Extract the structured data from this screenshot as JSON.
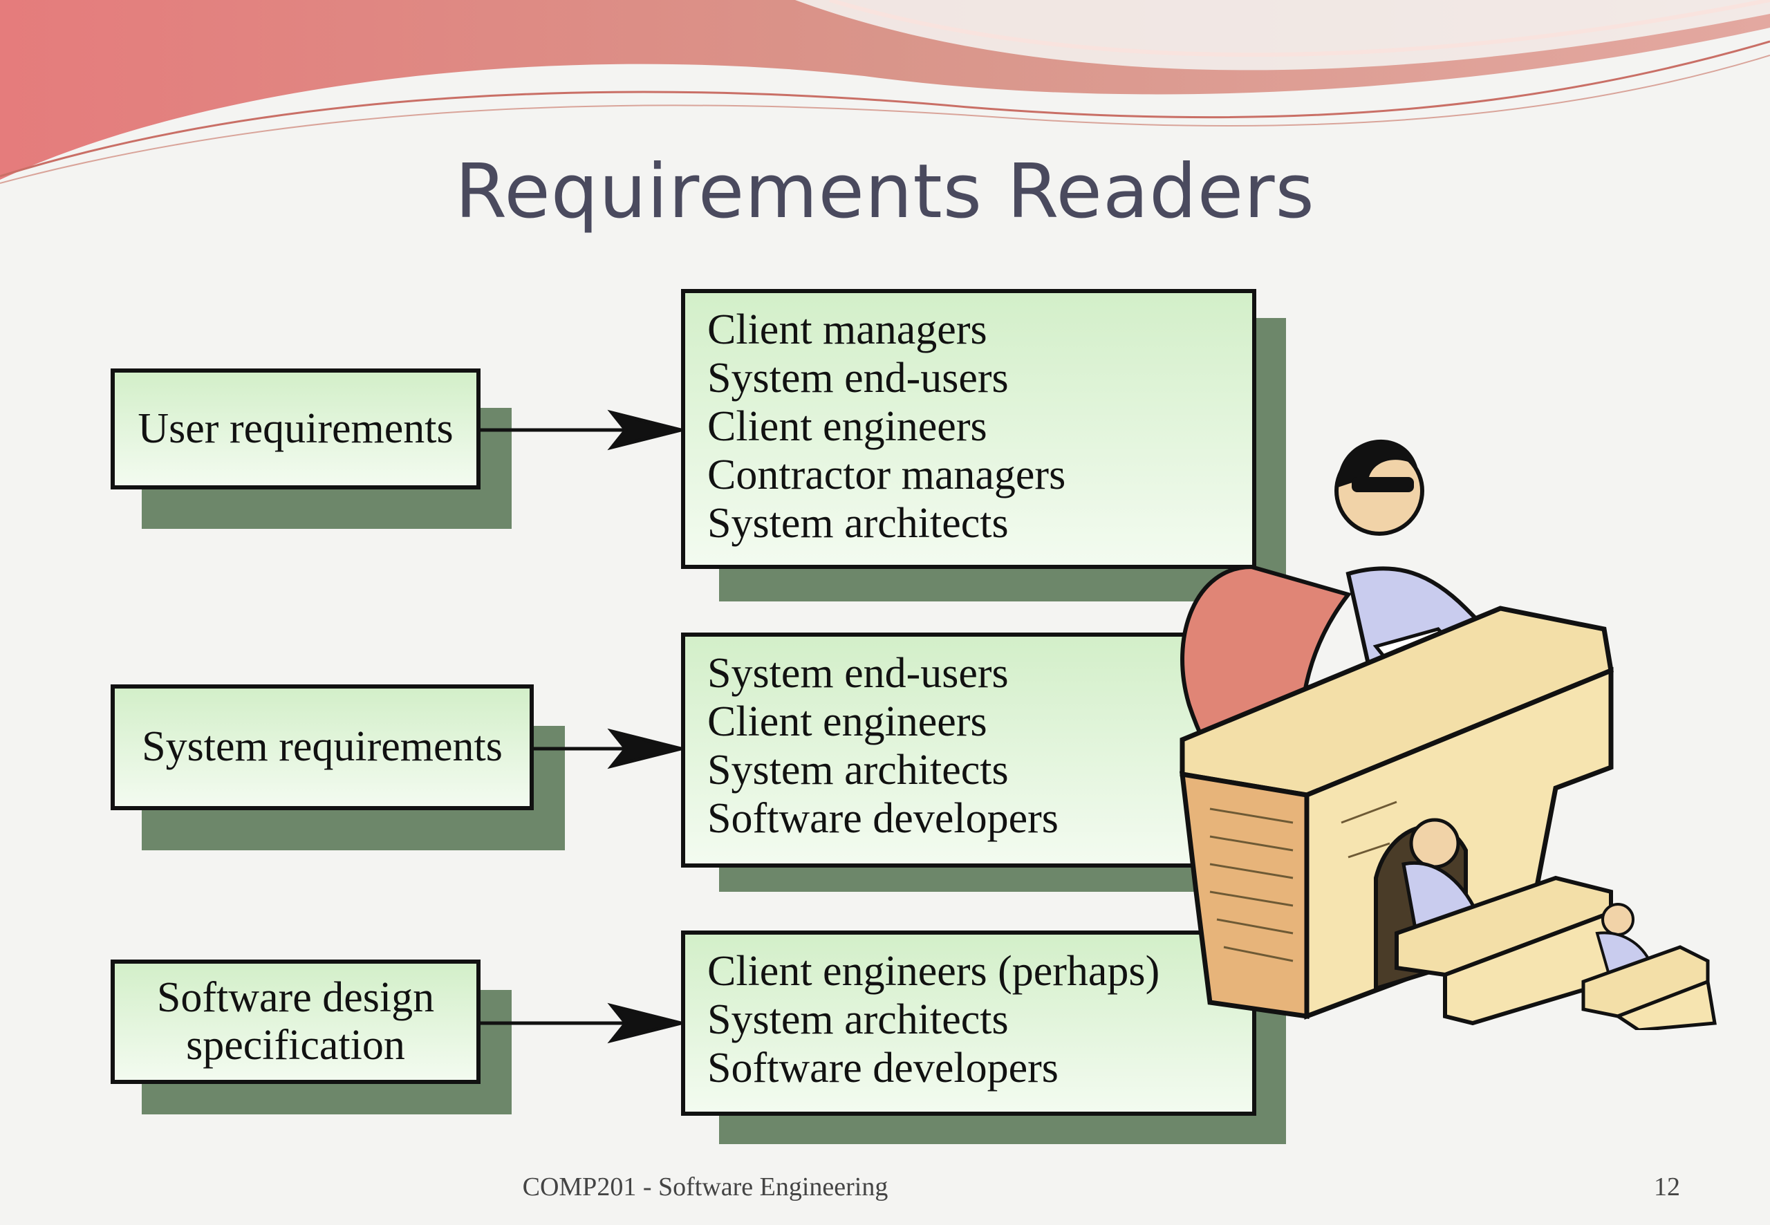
{
  "title": "Requirements Readers",
  "rows": [
    {
      "source": "User requirements",
      "readers": [
        "Client managers",
        "System end-users",
        "Client engineers",
        "Contractor managers",
        "System architects"
      ]
    },
    {
      "source": "System requirements",
      "readers": [
        "System end-users",
        "Client engineers",
        "System architects",
        "Software developers"
      ]
    },
    {
      "source": "Software design specification",
      "readers": [
        "Client engineers (perhaps)",
        "System architects",
        "Software developers"
      ]
    }
  ],
  "footer": "COMP201 - Software Engineering",
  "page_number": "12",
  "colors": {
    "box_fill": "#d3efc9",
    "shadow": "#6d876a",
    "title": "#4a4a5e"
  }
}
